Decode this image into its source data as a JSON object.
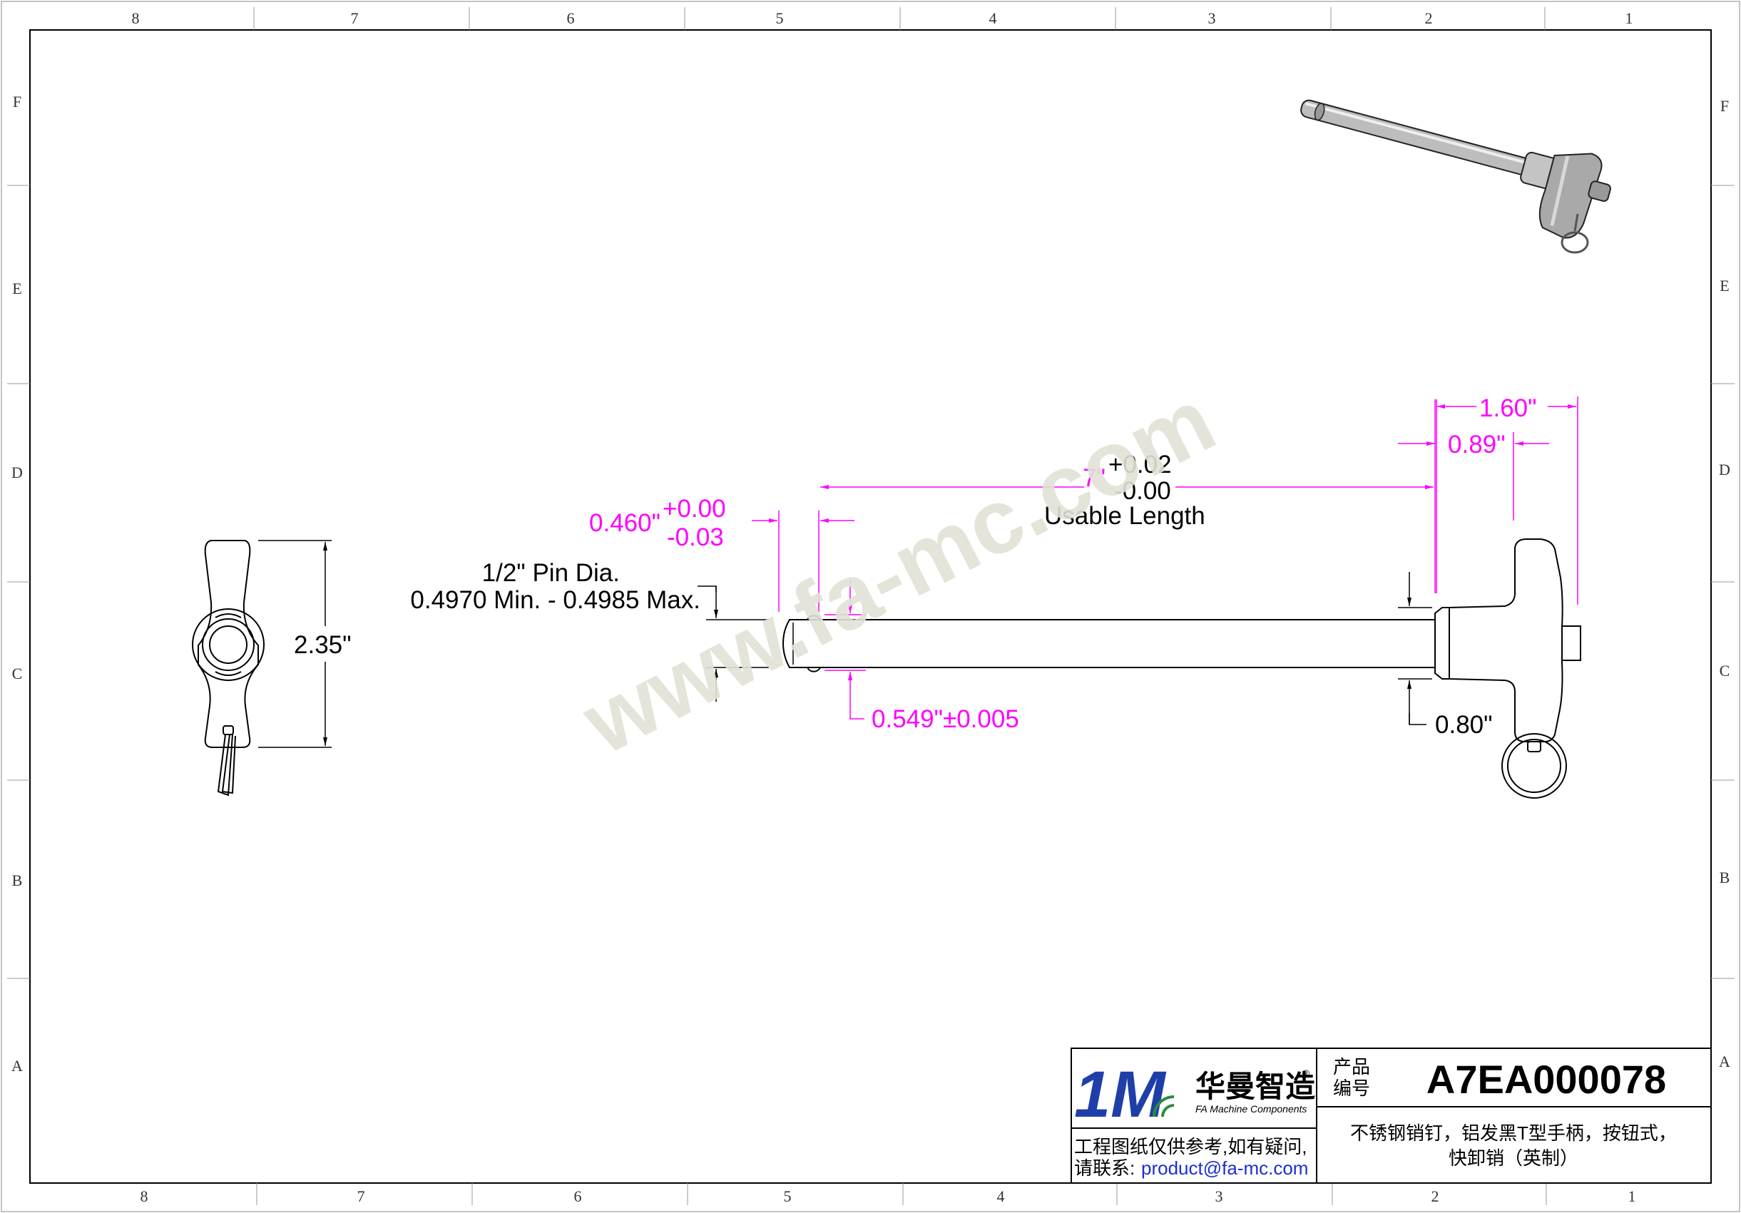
{
  "border": {
    "columns": [
      "8",
      "7",
      "6",
      "5",
      "4",
      "3",
      "2",
      "1"
    ],
    "rows": [
      "F",
      "E",
      "D",
      "C",
      "B",
      "A"
    ]
  },
  "watermark": "www.fa-mc.com",
  "colors": {
    "dimension": "#ff00ff",
    "line": "#000000",
    "watermark": "#e2e2d6",
    "logo_green": "#2e8b3c",
    "logo_blue": "#1f3fa8",
    "email": "#1a2fd6"
  },
  "dimensions": {
    "height_side": "2.35\"",
    "pin_dia_line1": "1/2\" Pin Dia.",
    "pin_dia_line2": "0.4970 Min. - 0.4985 Max.",
    "tip_len": "0.460\"",
    "tip_tol_plus": "+0.00",
    "tip_tol_minus": "-0.03",
    "usable_len": "7\"",
    "usable_tol_plus": "+0.02",
    "usable_tol_minus": "-0.00",
    "usable_label": "Usable Length",
    "ball_dia": "0.549\"±0.005",
    "collar_dia": "0.80\"",
    "handle_total": "1.60\"",
    "handle_button": "0.89\""
  },
  "title_block": {
    "logo_mark": "1M",
    "brand_cn": "华曼智造",
    "brand_en": "FA Machine Components",
    "registered": "®",
    "part_label_line1": "产品",
    "part_label_line2": "编号",
    "part_number": "A7EA000078",
    "description_line1": "不锈钢销钉，铝发黑T型手柄，按钮式，",
    "description_line2": "快卸销（英制）",
    "notice_line1": "工程图纸仅供参考,如有疑问,",
    "notice_line2": "请联系:",
    "email": "product@fa-mc.com"
  }
}
